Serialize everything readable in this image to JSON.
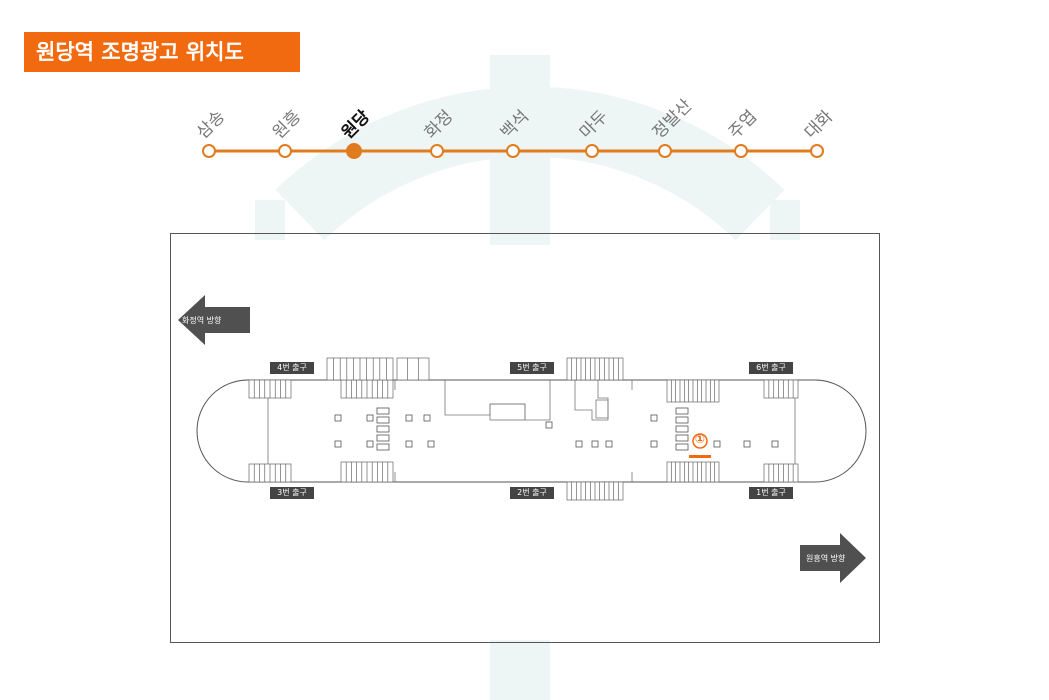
{
  "title": "원당역 조명광고 위치도",
  "colors": {
    "accent": "#f26a10",
    "line": "#e07b1f",
    "watermark": "#eef5f5",
    "exit_bg": "#444444",
    "arrow": "#505050"
  },
  "stations": [
    {
      "name": "삼송",
      "current": false
    },
    {
      "name": "원흥",
      "current": false
    },
    {
      "name": "원당",
      "current": true
    },
    {
      "name": "화정",
      "current": false
    },
    {
      "name": "백석",
      "current": false
    },
    {
      "name": "마두",
      "current": false
    },
    {
      "name": "정발산",
      "current": false
    },
    {
      "name": "주엽",
      "current": false
    },
    {
      "name": "대화",
      "current": false
    }
  ],
  "exits": {
    "exit1": "1번 출구",
    "exit2": "2번 출구",
    "exit3": "3번 출구",
    "exit4": "4번 출구",
    "exit5": "5번 출구",
    "exit6": "6번 출구"
  },
  "directions": {
    "left": "화정역 방향",
    "right": "원흥역 방향"
  },
  "ad_marker": "①"
}
